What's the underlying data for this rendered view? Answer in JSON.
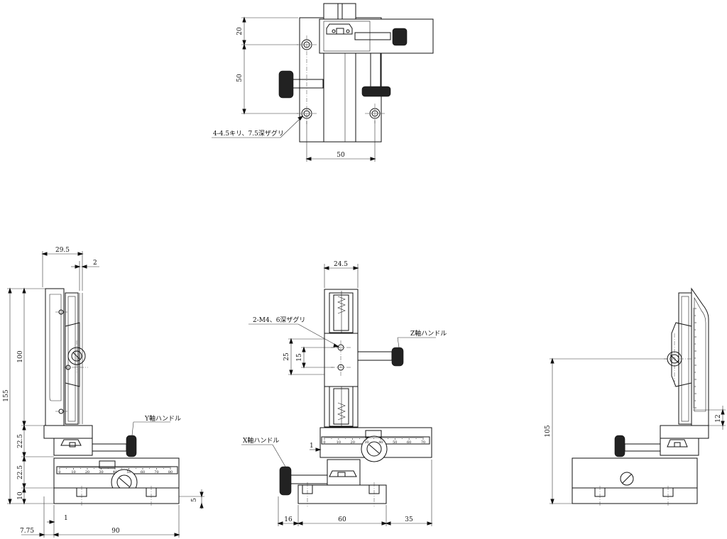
{
  "top_view": {
    "dim_20": "20",
    "dim_50_vertical": "50",
    "dim_50_horizontal": "50",
    "hole_note": "4-4.5キリ、7.5深ザグリ"
  },
  "left_view": {
    "dim_29_5": "29.5",
    "dim_2": "2",
    "dim_155": "155",
    "dim_100": "100",
    "dim_22_5_upper": "22.5",
    "dim_22_5_lower": "22.5",
    "dim_10": "10",
    "dim_5": "5",
    "dim_1": "1",
    "dim_7_75": "7.75",
    "dim_90": "90",
    "y_handle_label": "Y軸ハンドル",
    "scale_labels": [
      "0",
      "10",
      "20",
      "30",
      "40",
      "50",
      "60",
      "70",
      "80"
    ]
  },
  "front_view": {
    "dim_24_5": "24.5",
    "tap_note": "2-M4、6深ザグリ",
    "dim_25": "25",
    "dim_15": "15",
    "z_handle_label": "Z軸ハンドル",
    "x_handle_label": "X軸ハンドル",
    "dim_1": "1",
    "dim_16": "16",
    "dim_60": "60",
    "dim_35": "35",
    "scale_labels": [
      "0",
      "10",
      "20",
      "30",
      "40",
      "50",
      "60",
      "70"
    ]
  },
  "right_view": {
    "dim_105": "105",
    "dim_12": "12"
  }
}
